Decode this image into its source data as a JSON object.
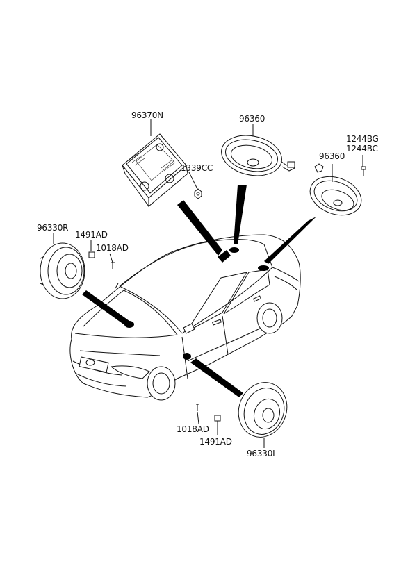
{
  "parts": {
    "amplifier": "96370N",
    "amp_nut": "1339CC",
    "rear_speaker_left": "96360",
    "rear_speaker_right": "96360",
    "bolt_1": "1244BG",
    "bolt_2": "1244BC",
    "front_speaker_right": "96330R",
    "clip_right": "1491AD",
    "screw_right": "1018AD",
    "screw_left": "1018AD",
    "clip_left": "1491AD",
    "front_speaker_left": "96330L"
  }
}
